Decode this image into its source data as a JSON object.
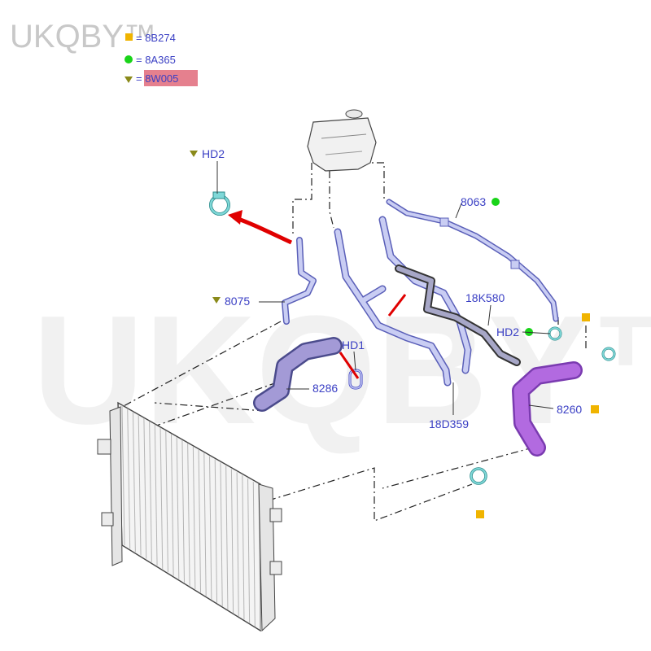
{
  "watermark": {
    "brand": "UKQBY™",
    "brand_small": "UKQBY™"
  },
  "legend": [
    {
      "symbol": "square",
      "color": "#f0b400",
      "text": "= 8B274"
    },
    {
      "symbol": "circle",
      "color": "#19d419",
      "text": "= 8A365"
    },
    {
      "symbol": "triangle",
      "color": "#8a8a1a",
      "text": "= 8W005",
      "highlight": "#e06a7a"
    }
  ],
  "labels": {
    "hd2_top": "HD2",
    "p8063": "8063",
    "p8075": "8075",
    "p18k580": "18K580",
    "hd1": "HD1",
    "hd2_right": "HD2",
    "p8286": "8286",
    "p8260": "8260",
    "p18d359": "18D359"
  },
  "colors": {
    "label": "#3a3fc4",
    "arrow": "#e00000",
    "hose_light": "#c9cdf3",
    "hose_purple": "#b26ae0",
    "clamp": "#7fd8d8"
  }
}
